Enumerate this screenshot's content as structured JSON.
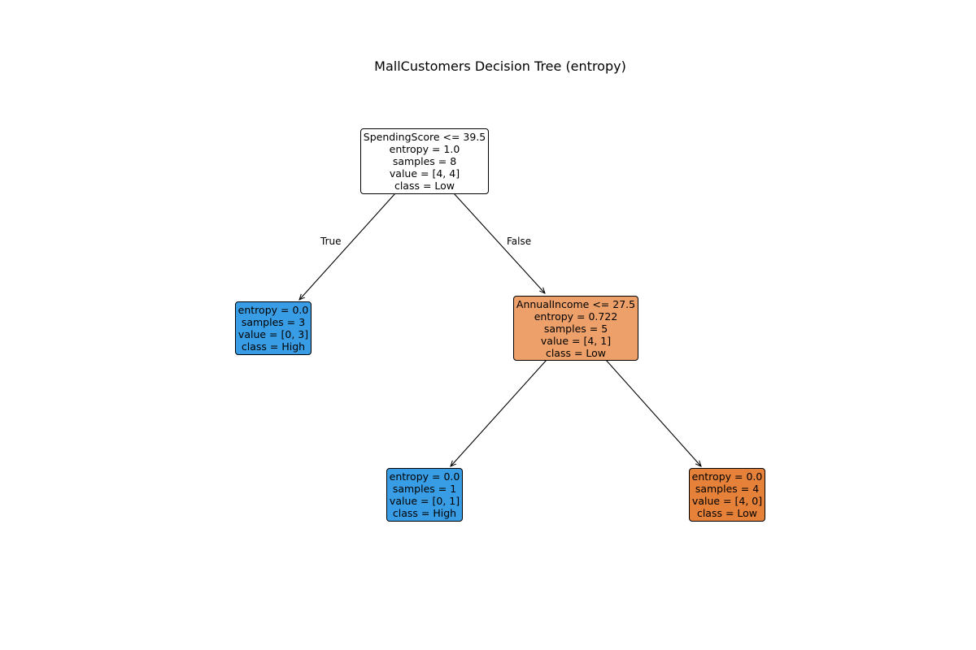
{
  "title": "MallCustomers Decision Tree (entropy)",
  "colors": {
    "background": "#ffffff",
    "border": "#000000",
    "edge": "#000000",
    "class_high": "#399de5",
    "class_low": "#e58139"
  },
  "edges": {
    "true_label": "True",
    "false_label": "False"
  },
  "nodes": [
    {
      "id": "root",
      "fill": "#ffffff",
      "lines": [
        "SpendingScore <= 39.5",
        "entropy = 1.0",
        "samples = 8",
        "value = [4, 4]",
        "class = Low"
      ]
    },
    {
      "id": "left",
      "fill": "#399de5",
      "lines": [
        "entropy = 0.0",
        "samples = 3",
        "value = [0, 3]",
        "class = High"
      ]
    },
    {
      "id": "right",
      "fill": "#eda069",
      "lines": [
        "AnnualIncome <= 27.5",
        "entropy = 0.722",
        "samples = 5",
        "value = [4, 1]",
        "class = Low"
      ]
    },
    {
      "id": "right-left",
      "fill": "#399de5",
      "lines": [
        "entropy = 0.0",
        "samples = 1",
        "value = [0, 1]",
        "class = High"
      ]
    },
    {
      "id": "right-right",
      "fill": "#e58139",
      "lines": [
        "entropy = 0.0",
        "samples = 4",
        "value = [4, 0]",
        "class = Low"
      ]
    }
  ]
}
